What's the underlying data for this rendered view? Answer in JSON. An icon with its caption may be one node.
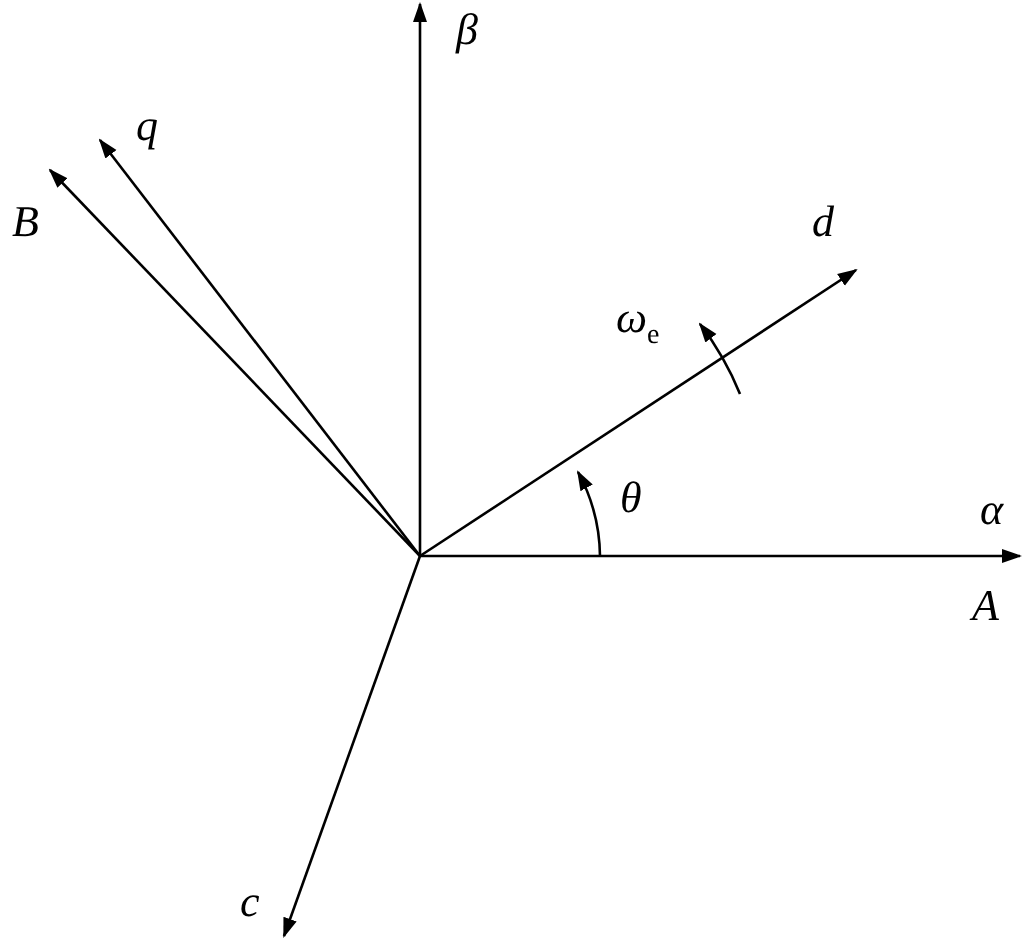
{
  "diagram": {
    "labels": [
      "β",
      "q",
      "B",
      "d",
      "ω$_{e}$",
      "θ",
      "α",
      "A",
      "c"
    ]
  }
}
